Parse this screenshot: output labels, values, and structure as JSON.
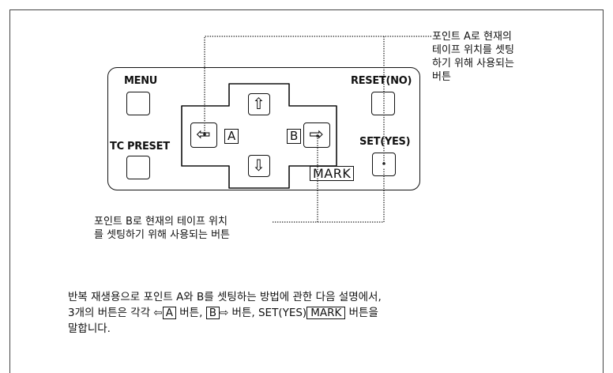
{
  "buttons": {
    "menu": "MENU",
    "reset": "RESET(NO)",
    "tc_preset": "TC PRESET",
    "set": "SET(YES)",
    "mark": "MARK",
    "a": "A",
    "b": "B"
  },
  "icons": {
    "up": "⇧",
    "down": "⇩",
    "left": "⇦",
    "right": "⇨"
  },
  "callouts": {
    "top": [
      "포인트 A로 현재의",
      "테이프 위치를 셋팅",
      "하기 위해 사용되는",
      "버튼"
    ],
    "bottom": [
      "포인트 B로 현재의 테이프 위치",
      "를 셋팅하기 위해 사용되는 버튼"
    ]
  },
  "description": {
    "line1": "반복 재생용으로 포인트 A와 B를 셋팅하는 방법에 관한 다음 설명에서,",
    "line2_a": "3개의 버튼은 각각 ⇦",
    "box_a": "A",
    "line2_b": " 버튼, ",
    "box_b": "B",
    "line2_c": "⇨ 버튼, SET(YES)",
    "box_mark": "MARK",
    "line2_d": " 버튼을",
    "line3": "말합니다."
  }
}
